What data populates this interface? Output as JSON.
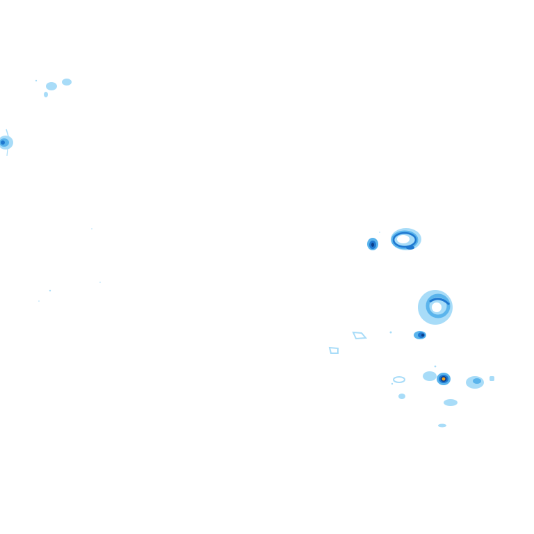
{
  "map": {
    "background": "#ffffff",
    "palette": {
      "light": "#a8dcf8",
      "medium": "#5ab4ec",
      "strong": "#1f78d0",
      "heavy": "#0c3f8a",
      "intense": "#f0a020"
    },
    "echo_cells": [
      {
        "name": "echo-cell-northwest-cluster",
        "level": "light"
      },
      {
        "name": "echo-cell-northwest-small",
        "level": "light"
      },
      {
        "name": "echo-cell-west-edge",
        "level": "strong"
      },
      {
        "name": "echo-cell-east-compact",
        "level": "strong"
      },
      {
        "name": "echo-cell-east-ring",
        "level": "strong"
      },
      {
        "name": "echo-cell-southeast-ring",
        "level": "medium"
      },
      {
        "name": "echo-cell-southeast-core",
        "level": "heavy"
      },
      {
        "name": "echo-cell-south-core",
        "level": "intense"
      },
      {
        "name": "echo-cell-south-east-blob",
        "level": "light"
      },
      {
        "name": "echo-cell-south-scattered",
        "level": "light"
      }
    ]
  }
}
